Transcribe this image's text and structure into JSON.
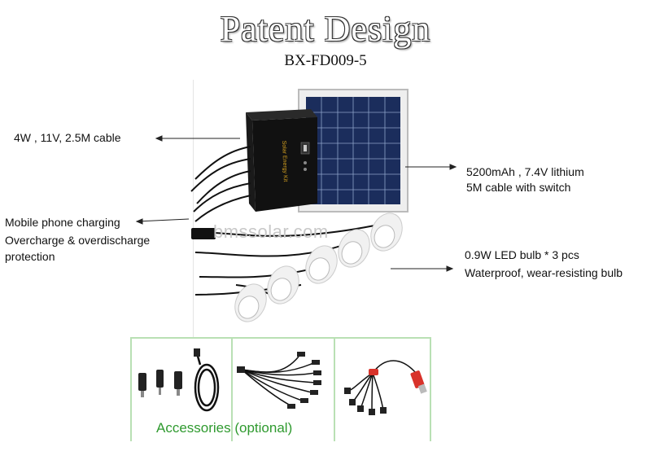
{
  "header": {
    "title": "Patent Design",
    "model": "BX-FD009-5"
  },
  "labels": {
    "cable": "4W , 11V, 2.5M cable",
    "battery_line1": "5200mAh , 7.4V lithium",
    "battery_line2": " 5M cable with switch",
    "phone_line1": "Mobile phone charging",
    "phone_line2": "Overcharge & overdischarge",
    "phone_line3": "protection",
    "bulb_line1": "0.9W LED bulb * 3 pcs",
    "bulb_line2": "Waterproof, wear-resisting bulb"
  },
  "box_text": "Solar Energy Kit",
  "watermark": "bmssolar.com",
  "accessories": {
    "caption": "Accessories (optional)"
  },
  "colors": {
    "accent_green": "#2f9a2f",
    "box_border": "#b9e0b4",
    "panel_blue": "#1b2d5c"
  }
}
